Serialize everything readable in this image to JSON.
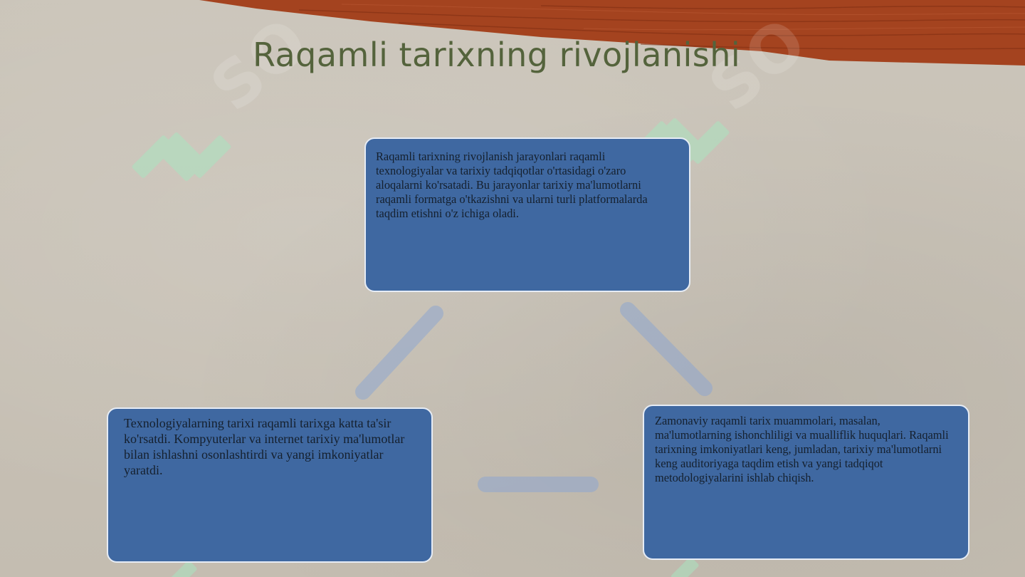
{
  "slide": {
    "title": "Raqamli tarixning rivojlanishi"
  },
  "diagram": {
    "top_text": "Raqamli tarixning rivojlanish jarayonlari raqamli texnologiyalar va tarixiy tadqiqotlar o'rtasidagi o'zaro aloqalarni ko'rsatadi. Bu jarayonlar tarixiy ma'lumotlarni raqamli formatga o'tkazishni va ularni turli platformalarda taqdim etishni o'z ichiga oladi.",
    "left_text": "Texnologiyalarning tarixi raqamli tarixga katta ta'sir ko'rsatdi. Kompyuterlar va internet tarixiy ma'lumotlar bilan ishlashni osonlashtirdi va yangi imkoniyatlar yaratdi.",
    "right_text": "Zamonaviy raqamli tarix muammolari, masalan, ma'lumotlarning ishonchliligi va mualliflik huquqlari. Raqamli tarixning imkoniyatlari keng, jumladan, tarixiy ma'lumotlarni keng auditoriyaga taqdim etish va yangi tadqiqot metodologiyalarini ishlab chiqish."
  },
  "colors": {
    "box_fill": "#3f68a1",
    "box_border": "#e6ecf5",
    "connector": "#8fa7cf",
    "title": "#54633c",
    "wood": "#a4431f"
  }
}
